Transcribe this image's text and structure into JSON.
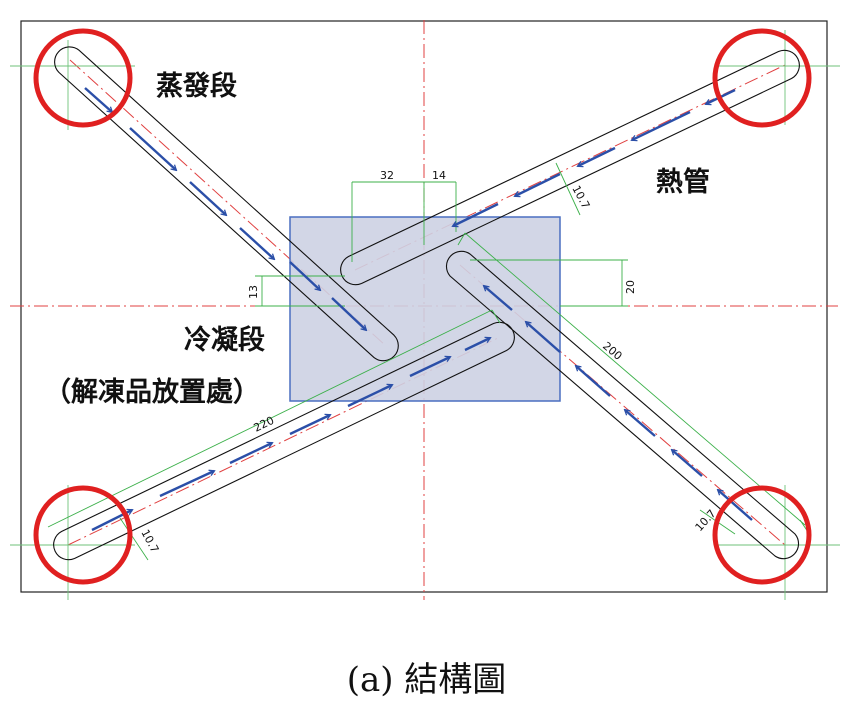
{
  "labels": {
    "evaporator": "蒸發段",
    "heat_pipe": "熱管",
    "condenser": "冷凝段",
    "defrost_area": "（解凍品放置處）"
  },
  "dimensions": {
    "d32": "32",
    "d14": "14",
    "d13": "13",
    "d20": "20",
    "d200": "200",
    "d220": "220",
    "d10_7_top": "10.7",
    "d10_7_bl": "10.7",
    "d10_7_br": "10.7"
  },
  "caption": "(a)  結構圖",
  "colors": {
    "pipe_outline": "#111111",
    "flow_arrow": "#2b4fa8",
    "center_line": "#e04040",
    "dimension_line": "#3cb04a",
    "condenser_region": "#cdd2e3",
    "condenser_border": "#4a6fc0",
    "highlight_circle": "#e02020"
  }
}
